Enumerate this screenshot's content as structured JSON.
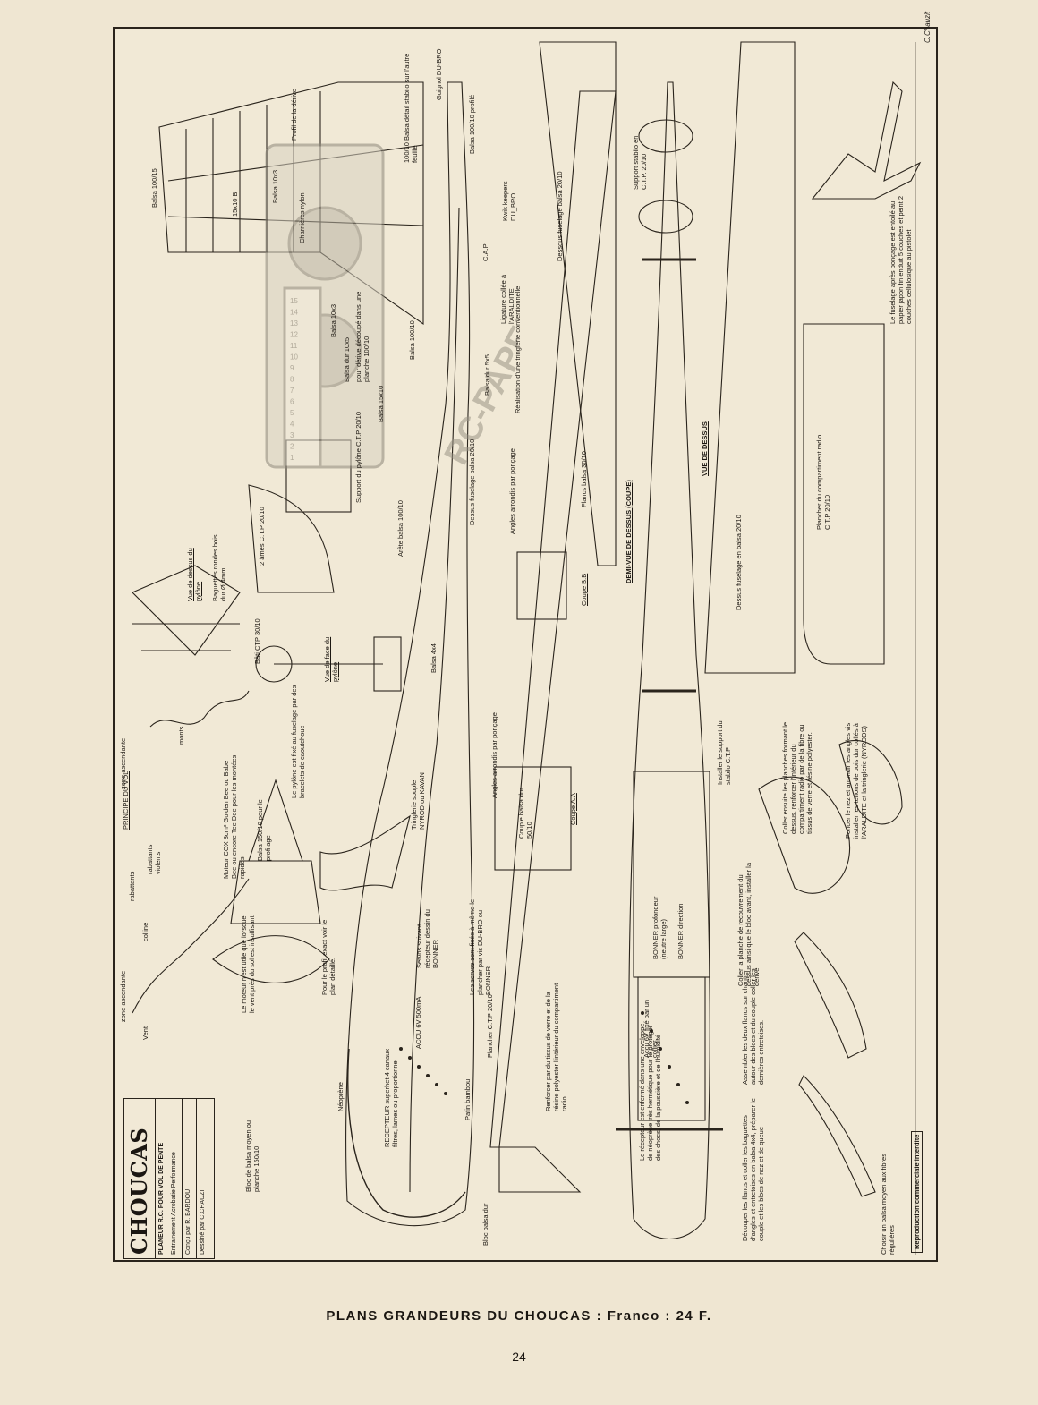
{
  "title_block": {
    "name": "CHOUCAS",
    "line1": "PLANEUR R.C. POUR VOL DE PENTE",
    "line2": "Entrainement  Acrobatie  Performance",
    "line3": "Conçu par  R. BARDOU",
    "line4": "Dessiné par  C.CHAUZIT"
  },
  "watermark": {
    "text": "RC-PAPER.COM",
    "ruler_ticks": [
      "1",
      "2",
      "3",
      "4",
      "5",
      "6",
      "7",
      "8",
      "9",
      "10",
      "11",
      "12",
      "13",
      "14",
      "15"
    ]
  },
  "labels": {
    "balsa_100_15": "Balsa 100/15",
    "b15x10": "15x10 B",
    "b10x3_top": "Balsa 10x3",
    "charnieres": "Charnières nylon",
    "b10x3": "Balsa 10x3",
    "balsa_dur_10x5": "Balsa dur 10x5",
    "decoupe": "pour dérive découpé dans une planche 100/10",
    "balsa_100_10_a": "Balsa 100/10",
    "profil_derive": "Profil de la dérive",
    "balsa_100_10_detail": "100/10 Balsa détail stabilo sur l'autre feuille",
    "guignol": "Guignol DU-BRO",
    "balsa_100_10_prof": "Balsa 100/10 profilé",
    "kwik_keepers": "Kwik keepers DU_BRO",
    "cap": "C.A.P",
    "ligature": "Ligature collée à l'ARALDITE",
    "balsa_dur_5x5": "Balsa dur 5x5",
    "realisation": "Réalisation d'une tringlerie conventionnelle",
    "dessous_fuselage_20": "Dessous fuselage balsa 20/10",
    "support_stabilo": "Support stabilo en C.T.P. 20/10",
    "fuselage_poncage": "Le fuselage après ponçage est entoilé au papier japon fin enduit 5 couches et peint 2 couches cellulosique au pistolet",
    "balsa_15x10": "Balsa 15x10",
    "support_pylone": "Support du pylône C.T.P 20/10",
    "arete_balsa": "Arête balsa 100/10",
    "dessus_fuselage": "Dessus fuselage balsa 20/10",
    "flancs_balsa": "Flancs balsa 30/10",
    "angles_arrondis_1": "Angles arrondis par ponçage",
    "coupe_bb": "Coupe B.B",
    "demi_vue": "DEMI-VUE DE DESSUS (COUPE)",
    "vue_dessus": "VUE DE DESSUS",
    "dessus_fuselage_20": "Dessus fuselage en balsa 20/10",
    "plancher_radio": "Plancher du compartiment radio C.T.P 20/10",
    "deux_ames": "2 âmes C.T.P 20/10",
    "baguettes_rondes": "Baguettes rondes bois dur Ø 4mm.",
    "vue_dessus_pylone": "Vue de dessus du pylône",
    "bati_ctp": "Bâti CTP 30/10",
    "vue_face_pylone": "Vue de face du pylône",
    "balsa_4x4": "Balsa 4x4",
    "zone_ascendante_1": "zone ascendante",
    "monts": "monts",
    "pylone_fixe": "Le pylône est fixé au fuselage par des bracelets de caoutchouc",
    "tringlerie": "Tringlerie souple NYROD ou KAVAN",
    "angles_arrondis_2": "Angles arrondis par ponçage",
    "couple_balsa": "Couple balsa dur 50/10",
    "coupe_aa": "Coupe A.A",
    "installer_support": "Installer le support du stabilo C.T.P",
    "coller_planches": "Coller ensuite les planches formant le dessus, renforcer l'intérieur du compartiment radio par de la fibre ou tissus de verre et résine polyester.",
    "poncer_nez": "Poncer le nez et arrondir les angles vis ; installer les tenons de bois dur collés à l'ARALDITE et la tringlerie (NYRODS)",
    "principe_vol": "PRINCIPE DU VOL",
    "rabattants": "rabattants",
    "rabattants_violents": "rabattants violents",
    "moteur_cox": "Moteur COX 8cm³ Golden Bee ou Babe Bee ou encore Tee Dee pour les montées rapides",
    "balsa_150_10": "Balsa 150/10 pour le profilage",
    "colline": "colline",
    "servos": "Servos suivant récepteur dessin du BONNER",
    "servos_fixes": "Les servos sont fixés à même le plancher par vis DU-BRO ou BONNER",
    "bonner_prof": "BONNER profondeur (neutre large)",
    "bonner_dir": "BONNER direction",
    "coller_planche": "Coller la planche de recouvrement du dessus ainsi que le bloc avant, installer la dérive",
    "zone_ascendante_2": "zone ascendante",
    "vent_1": "Vent",
    "moteur_utile": "Le moteur n'est utile que lorsque le vent près du sol est insuffisant",
    "pour_profil": "Pour le profil exact voir le plan détaillé.",
    "accu_left": "ACCU 6V 500mA",
    "planche_ctp": "Plancher C.T.P 20/10",
    "renforcer": "Renforcer par du tissus de verre et de la résine polyester l'intérieur du compartiment radio",
    "accu_right": "Accu 6V fixé par un collier.",
    "assembler": "Assembler les deux flancs sur chantier autour des blocs et du couple coller les dernières entretoises.",
    "neoprene": "Néoprène",
    "recepteur": "RECEPTEUR superhet 4 canaux filtres, lames ou proportionnel",
    "patin": "Patin bambou",
    "recepteur_enferme": "Le récepteur est enfermé dans une enveloppe de néoprène très hermétique pour le protéger des chocs, de la poussière et de l'humidité",
    "bloc_balsa_moyen": "Bloc de balsa moyen ou planche 150/10",
    "bloc_balsa_dur": "Bloc balsa dur",
    "decouper": "Découper les flancs et coller les baguettes d'angles et entretoises en balsa 4x4, préparer le couple et les blocs de nez et de queue",
    "choisir": "Choisir un balsa moyen aux fibres régulières"
  },
  "signature": "C.Chauzit",
  "reproduction": "Reproduction commerciale interdite",
  "footer": {
    "title": "PLANS GRANDEURS DU CHOUCAS : Franco : 24 F.",
    "page": "— 24 —"
  }
}
